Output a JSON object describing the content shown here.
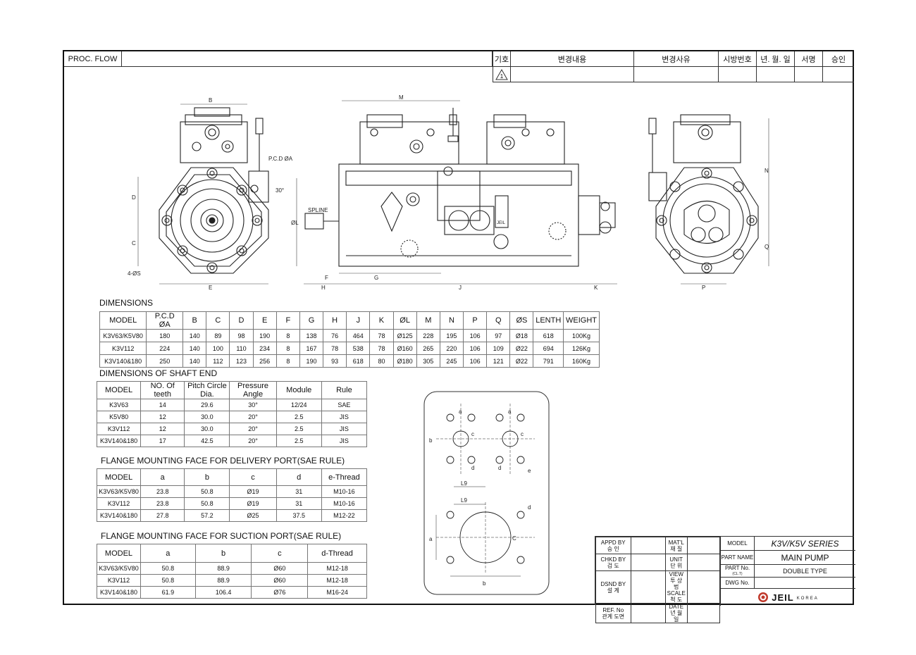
{
  "header": {
    "proc_flow": "PROC. FLOW",
    "cols": [
      "기호",
      "변경내용",
      "변경사유",
      "시방번호",
      "년. 월. 일",
      "서명",
      "승인"
    ],
    "rev_symbol": "1"
  },
  "drawing_labels": {
    "B": "B",
    "M": "M",
    "PCD": "P.C.D ØA",
    "D": "D",
    "C": "C",
    "angle": "30°",
    "holes": "4-ØS",
    "E": "E",
    "spline": "SPLINE",
    "phiL": "ØL",
    "F": "F",
    "H": "H",
    "G": "G",
    "J": "J",
    "K": "K",
    "N": "N",
    "Q": "Q",
    "P": "P",
    "jeil_mark": "JEIL"
  },
  "dimensions": {
    "title": "DIMENSIONS",
    "headers": [
      "MODEL",
      "P.C.D ØA",
      "B",
      "C",
      "D",
      "E",
      "F",
      "G",
      "H",
      "J",
      "K",
      "ØL",
      "M",
      "N",
      "P",
      "Q",
      "ØS",
      "LENTH",
      "WEIGHT"
    ],
    "rows": [
      [
        "K3V63/K5V80",
        "180",
        "140",
        "89",
        "98",
        "190",
        "8",
        "138",
        "76",
        "464",
        "78",
        "Ø125",
        "228",
        "195",
        "106",
        "97",
        "Ø18",
        "618",
        "100Kg"
      ],
      [
        "K3V112",
        "224",
        "140",
        "100",
        "110",
        "234",
        "8",
        "167",
        "78",
        "538",
        "78",
        "Ø160",
        "265",
        "220",
        "106",
        "109",
        "Ø22",
        "694",
        "126Kg"
      ],
      [
        "K3V140&180",
        "250",
        "140",
        "112",
        "123",
        "256",
        "8",
        "190",
        "93",
        "618",
        "80",
        "Ø180",
        "305",
        "245",
        "106",
        "121",
        "Ø22",
        "791",
        "160Kg"
      ]
    ]
  },
  "shaft": {
    "title": "DIMENSIONS OF SHAFT END",
    "headers": [
      "MODEL",
      "NO. Of teeth",
      "Pitch Circle Dia.",
      "Pressure Angle",
      "Module",
      "Rule"
    ],
    "rows": [
      [
        "K3V63",
        "14",
        "29.6",
        "30°",
        "12/24",
        "SAE"
      ],
      [
        "K5V80",
        "12",
        "30.0",
        "20°",
        "2.5",
        "JIS"
      ],
      [
        "K3V112",
        "12",
        "30.0",
        "20°",
        "2.5",
        "JIS"
      ],
      [
        "K3V140&180",
        "17",
        "42.5",
        "20°",
        "2.5",
        "JIS"
      ]
    ]
  },
  "delivery": {
    "title": "FLANGE MOUNTING FACE FOR DELIVERY PORT(SAE RULE)",
    "headers": [
      "MODEL",
      "a",
      "b",
      "c",
      "d",
      "e-Thread"
    ],
    "rows": [
      [
        "K3V63/K5V80",
        "23.8",
        "50.8",
        "Ø19",
        "31",
        "M10-16"
      ],
      [
        "K3V112",
        "23.8",
        "50.8",
        "Ø19",
        "31",
        "M10-16"
      ],
      [
        "K3V140&180",
        "27.8",
        "57.2",
        "Ø25",
        "37.5",
        "M12-22"
      ]
    ]
  },
  "suction": {
    "title": "FLANGE MOUNTING FACE FOR SUCTION PORT(SAE RULE)",
    "headers": [
      "MODEL",
      "a",
      "b",
      "c",
      "d-Thread"
    ],
    "rows": [
      [
        "K3V63/K5V80",
        "50.8",
        "88.9",
        "Ø60",
        "M12-18"
      ],
      [
        "K3V112",
        "50.8",
        "88.9",
        "Ø60",
        "M12-18"
      ],
      [
        "K3V140&180",
        "61.9",
        "106.4",
        "Ø76",
        "M16-24"
      ]
    ]
  },
  "flange_labels": {
    "a": "a",
    "b": "b",
    "c": "c",
    "d": "d",
    "e": "e",
    "L9": "L9",
    "C": "C"
  },
  "title_block": {
    "appd_by": "APPD BY",
    "appd_kr": "승 인",
    "chkd_by": "CHKD BY",
    "chkd_kr": "검 도",
    "dsnd_by": "DSND BY",
    "dsnd_kr": "설 계",
    "ref_no": "REF. No",
    "ref_kr": "관계 도면",
    "matl": "MAT'L",
    "matl_kr": "재 질",
    "unit": "UNIT",
    "unit_kr": "단 위",
    "view": "VIEW",
    "view_kr": "투 상 법",
    "scale": "SCALE",
    "scale_kr": "척 도",
    "date": "DATE",
    "date_kr": "년 월 일",
    "model_label": "MODEL",
    "model_value": "K3V/K5V SERIES",
    "part_name_label": "PART NAME",
    "part_name_value": "MAIN PUMP",
    "part_no_label": "PART No.",
    "part_no_sub": "(CL.T)",
    "part_no_value": "DOUBLE TYPE",
    "dwg_no_label": "DWG No.",
    "logo_main": "JEIL",
    "logo_sub": "KOREA"
  }
}
